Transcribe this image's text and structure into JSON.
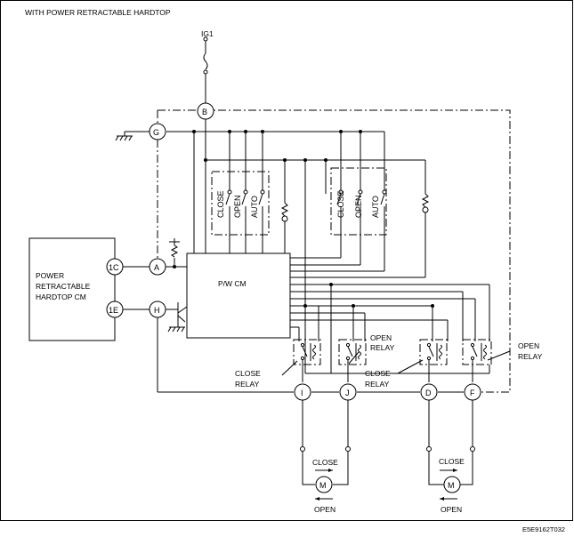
{
  "diagram": {
    "heading": "WITH POWER RETRACTABLE HARDTOP",
    "power_source": "IG1",
    "connectors": [
      "A",
      "B",
      "D",
      "F",
      "G",
      "H",
      "I",
      "J"
    ],
    "ecu_pins": [
      "1C",
      "1E"
    ],
    "hardtop_cm": [
      "POWER",
      "RETRACTABLE",
      "HARDTOP CM"
    ],
    "pw_cm": "P/W CM",
    "switch_labels": [
      "CLOSE",
      "OPEN",
      "AUTO"
    ],
    "open_relay": [
      "OPEN",
      "RELAY"
    ],
    "close_relay": [
      "CLOSE",
      "RELAY"
    ],
    "motor_symbol": "M",
    "motor_close": "CLOSE",
    "motor_open": "OPEN",
    "figure_code": "E5E9162T032"
  }
}
